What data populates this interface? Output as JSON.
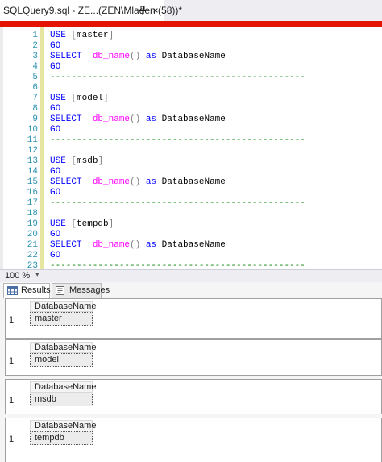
{
  "tab": {
    "title": "SQLQuery9.sql - ZE...(ZEN\\Mladen (58))*",
    "pin_icon": "pin-icon",
    "close_icon": "close-icon",
    "close_glyph": "×"
  },
  "editor": {
    "lines": [
      {
        "num": "1",
        "kind": "use",
        "db": "master"
      },
      {
        "num": "2",
        "kind": "go"
      },
      {
        "num": "3",
        "kind": "select"
      },
      {
        "num": "4",
        "kind": "go"
      },
      {
        "num": "5",
        "kind": "sep"
      },
      {
        "num": "6",
        "kind": "blank"
      },
      {
        "num": "7",
        "kind": "use",
        "db": "model"
      },
      {
        "num": "8",
        "kind": "go"
      },
      {
        "num": "9",
        "kind": "select"
      },
      {
        "num": "10",
        "kind": "go"
      },
      {
        "num": "11",
        "kind": "sep"
      },
      {
        "num": "12",
        "kind": "blank"
      },
      {
        "num": "13",
        "kind": "use",
        "db": "msdb"
      },
      {
        "num": "14",
        "kind": "go"
      },
      {
        "num": "15",
        "kind": "select"
      },
      {
        "num": "16",
        "kind": "go"
      },
      {
        "num": "17",
        "kind": "sep"
      },
      {
        "num": "18",
        "kind": "blank"
      },
      {
        "num": "19",
        "kind": "use",
        "db": "tempdb"
      },
      {
        "num": "20",
        "kind": "go"
      },
      {
        "num": "21",
        "kind": "select"
      },
      {
        "num": "22",
        "kind": "go"
      },
      {
        "num": "23",
        "kind": "sep"
      }
    ],
    "tokens": {
      "use": "USE",
      "go": "GO",
      "select": "SELECT",
      "func": "db_name",
      "parens": "()",
      "as": "as",
      "alias": "DatabaseName",
      "separator": "------------------------------------------------"
    },
    "colors": {
      "keyword": "#0000ff",
      "function": "#ff00ff",
      "comment": "#008000",
      "line_number": "#2b91af",
      "status_bar": "#e51400"
    }
  },
  "zoom": {
    "value": "100 %",
    "arrow": "▾"
  },
  "result_tabs": [
    {
      "label": "Results",
      "icon": "results-grid-icon",
      "active": true
    },
    {
      "label": "Messages",
      "icon": "messages-icon",
      "active": false
    }
  ],
  "result_grids": [
    {
      "header": "DatabaseName",
      "row": "1",
      "value": "master"
    },
    {
      "header": "DatabaseName",
      "row": "1",
      "value": "model"
    },
    {
      "header": "DatabaseName",
      "row": "1",
      "value": "msdb"
    },
    {
      "header": "DatabaseName",
      "row": "1",
      "value": "tempdb"
    }
  ]
}
